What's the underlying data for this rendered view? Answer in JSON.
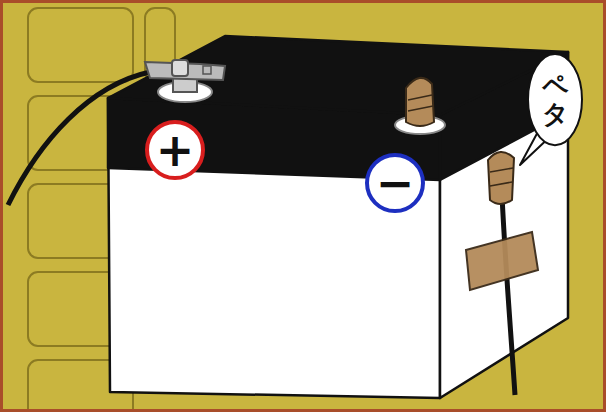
{
  "diagram": {
    "nodes": [
      {
        "text": [
          "+"
        ]
      },
      {
        "text": [
          "−"
        ]
      },
      {
        "text": [
          "ペタ"
        ]
      }
    ]
  }
}
